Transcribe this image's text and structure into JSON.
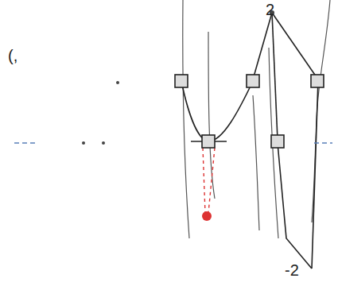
{
  "diagram": {
    "labels": [
      "2",
      "(,",
      "-2"
    ]
  }
}
